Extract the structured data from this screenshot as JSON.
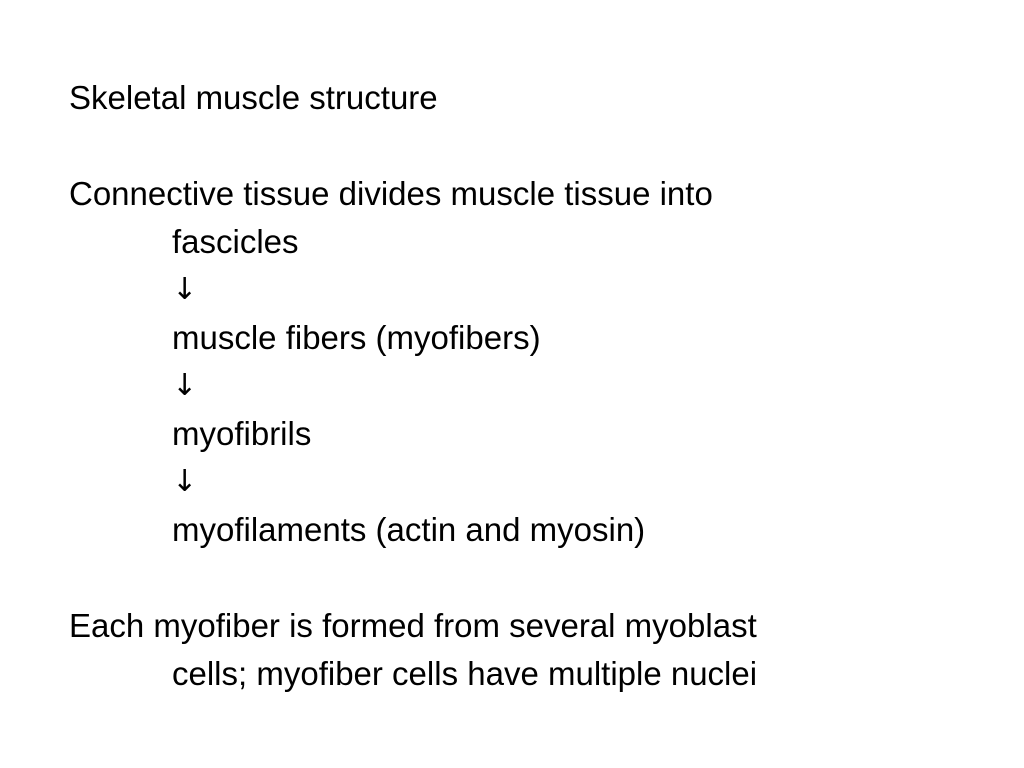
{
  "slide": {
    "title": "Skeletal muscle structure",
    "paragraph1": {
      "line1": "Connective tissue divides muscle tissue into",
      "hierarchy": [
        "fascicles",
        "↓",
        "muscle fibers (myofibers)",
        "↓",
        "myofibrils",
        "↓",
        "myofilaments (actin and myosin)"
      ]
    },
    "paragraph2": {
      "line1": "Each myofiber is formed from several myoblast",
      "line2": "cells; myofiber cells have multiple nuclei"
    }
  }
}
